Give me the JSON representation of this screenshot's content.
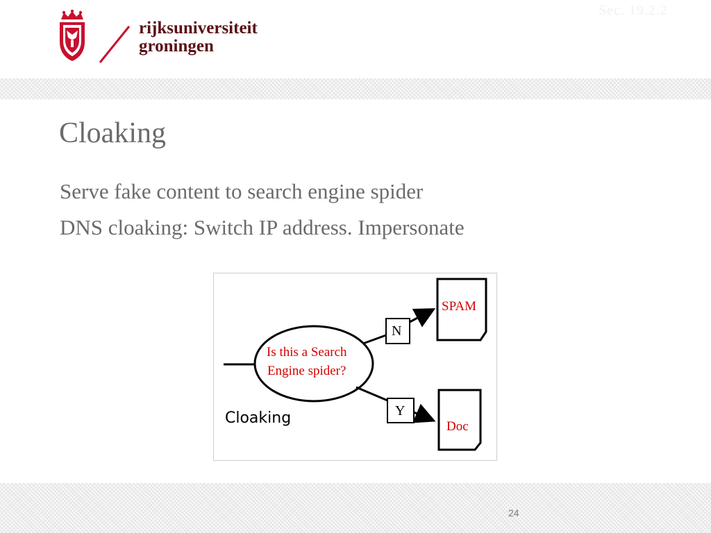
{
  "header": {
    "section_tag": "Sec. 19.2.2",
    "logo_line1": "rijksuniversiteit",
    "logo_line2": "groningen"
  },
  "slide": {
    "title": "Cloaking",
    "bullets": [
      "Serve fake content to search engine spider",
      "DNS cloaking: Switch IP address. Impersonate"
    ]
  },
  "diagram": {
    "question_line1": "Is this a Search",
    "question_line2": "Engine spider?",
    "no_label": "N",
    "yes_label": "Y",
    "spam_label": "SPAM",
    "doc_label": "Doc",
    "caption": "Cloaking"
  },
  "footer": {
    "page_number": "24"
  },
  "colors": {
    "brand_red": "#c8102e",
    "brand_dark": "#5a1216",
    "title_gray": "#6b6b6b",
    "diagram_red": "#d40000"
  }
}
